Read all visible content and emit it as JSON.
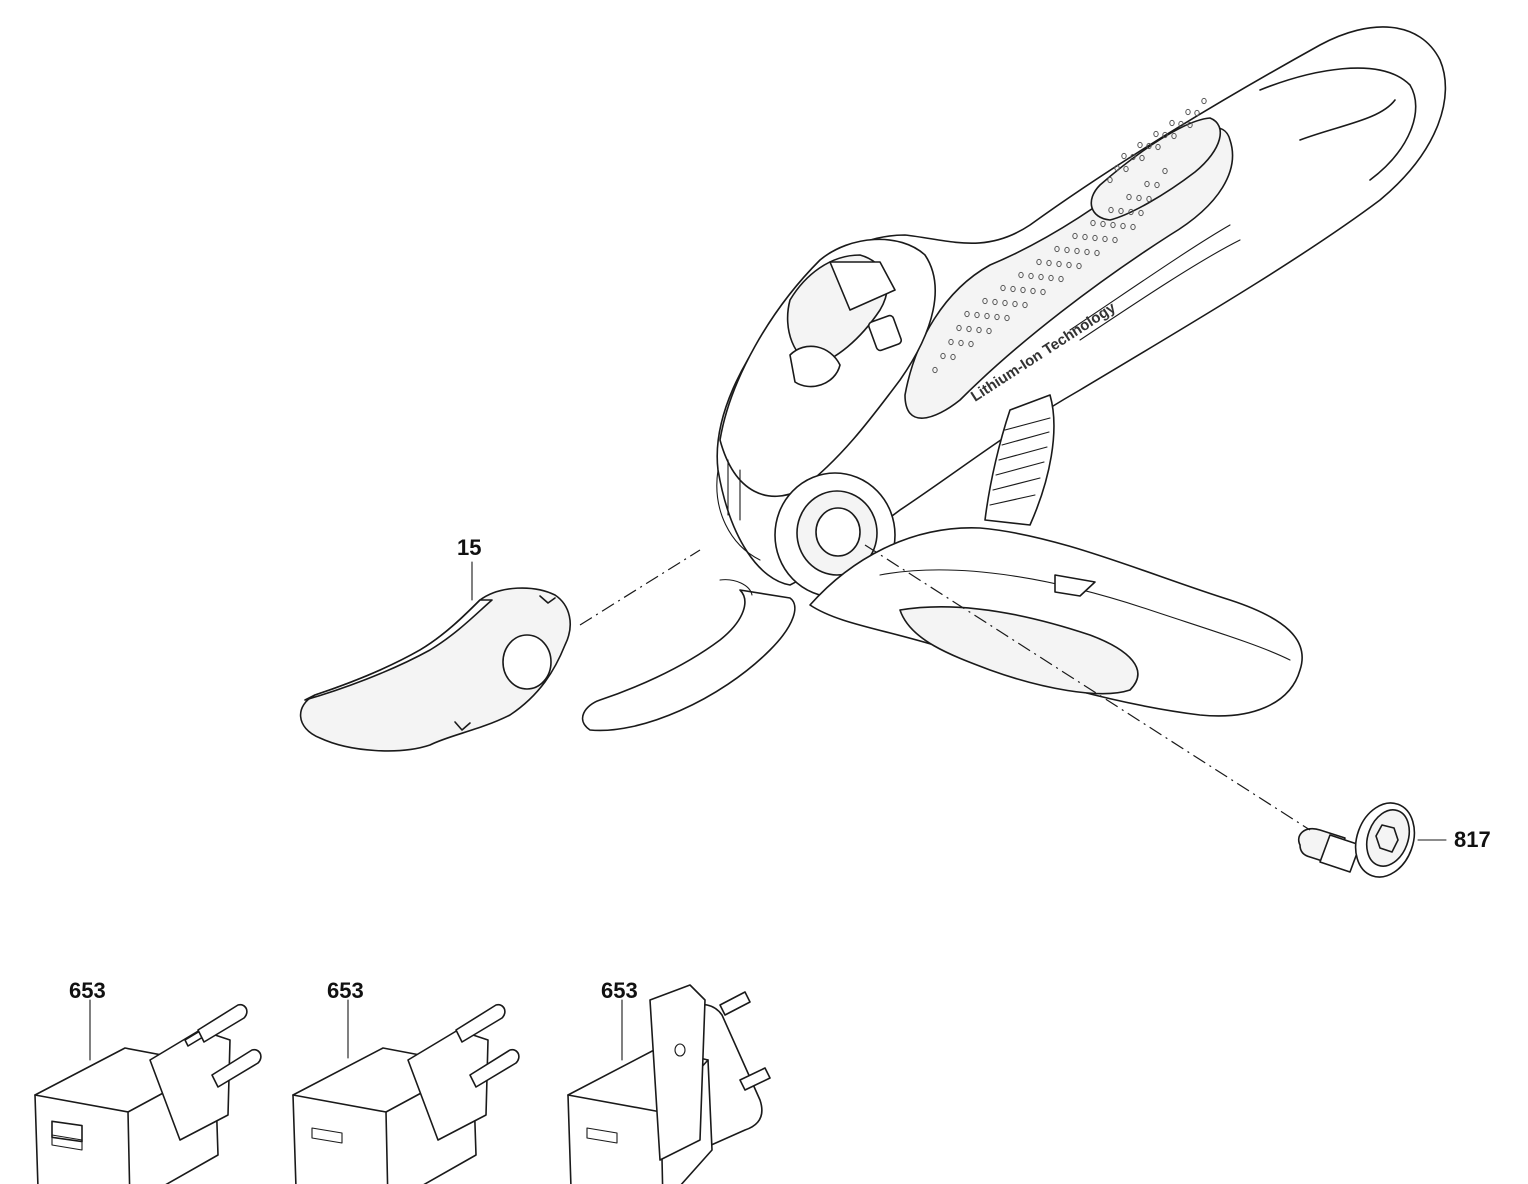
{
  "labels": {
    "blade": "15",
    "screw": "817",
    "charger_eu_1": "653",
    "charger_eu_2": "653",
    "charger_uk": "653"
  },
  "handle_text": "Lithium-Ion Technology"
}
